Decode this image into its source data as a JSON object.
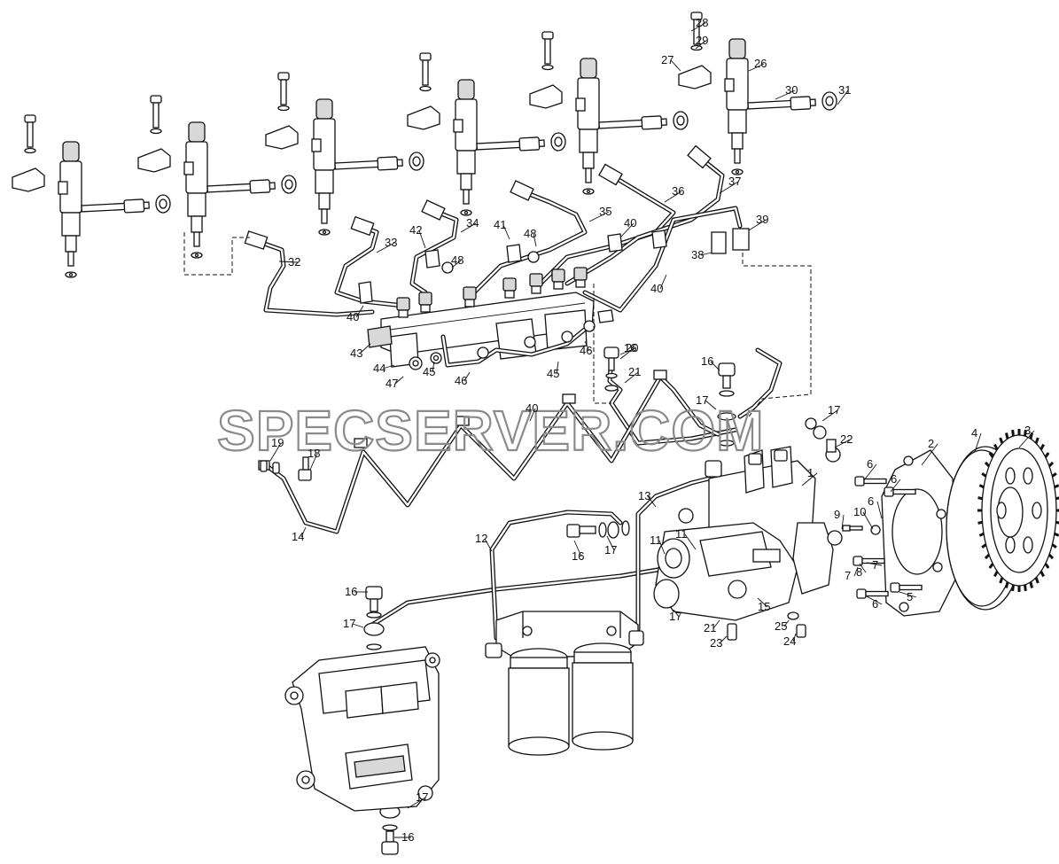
{
  "watermark": "SPECSERVER.COM",
  "colors": {
    "line": "#111111",
    "background": "#ffffff",
    "watermark": "#8a8a8a"
  },
  "callouts": [
    "1",
    "2",
    "3",
    "4",
    "5",
    "6",
    "6",
    "6",
    "6",
    "7",
    "7",
    "8",
    "9",
    "10",
    "11",
    "11",
    "12",
    "13",
    "14",
    "15",
    "16",
    "16",
    "16",
    "16",
    "16",
    "17",
    "17",
    "17",
    "17",
    "17",
    "17",
    "18",
    "19",
    "20",
    "21",
    "21",
    "22",
    "23",
    "24",
    "25",
    "26",
    "27",
    "28",
    "29",
    "30",
    "31",
    "32",
    "33",
    "34",
    "35",
    "36",
    "37",
    "38",
    "39",
    "40",
    "40",
    "40",
    "40",
    "41",
    "42",
    "43",
    "44",
    "45",
    "45",
    "46",
    "46",
    "47",
    "48",
    "48"
  ]
}
